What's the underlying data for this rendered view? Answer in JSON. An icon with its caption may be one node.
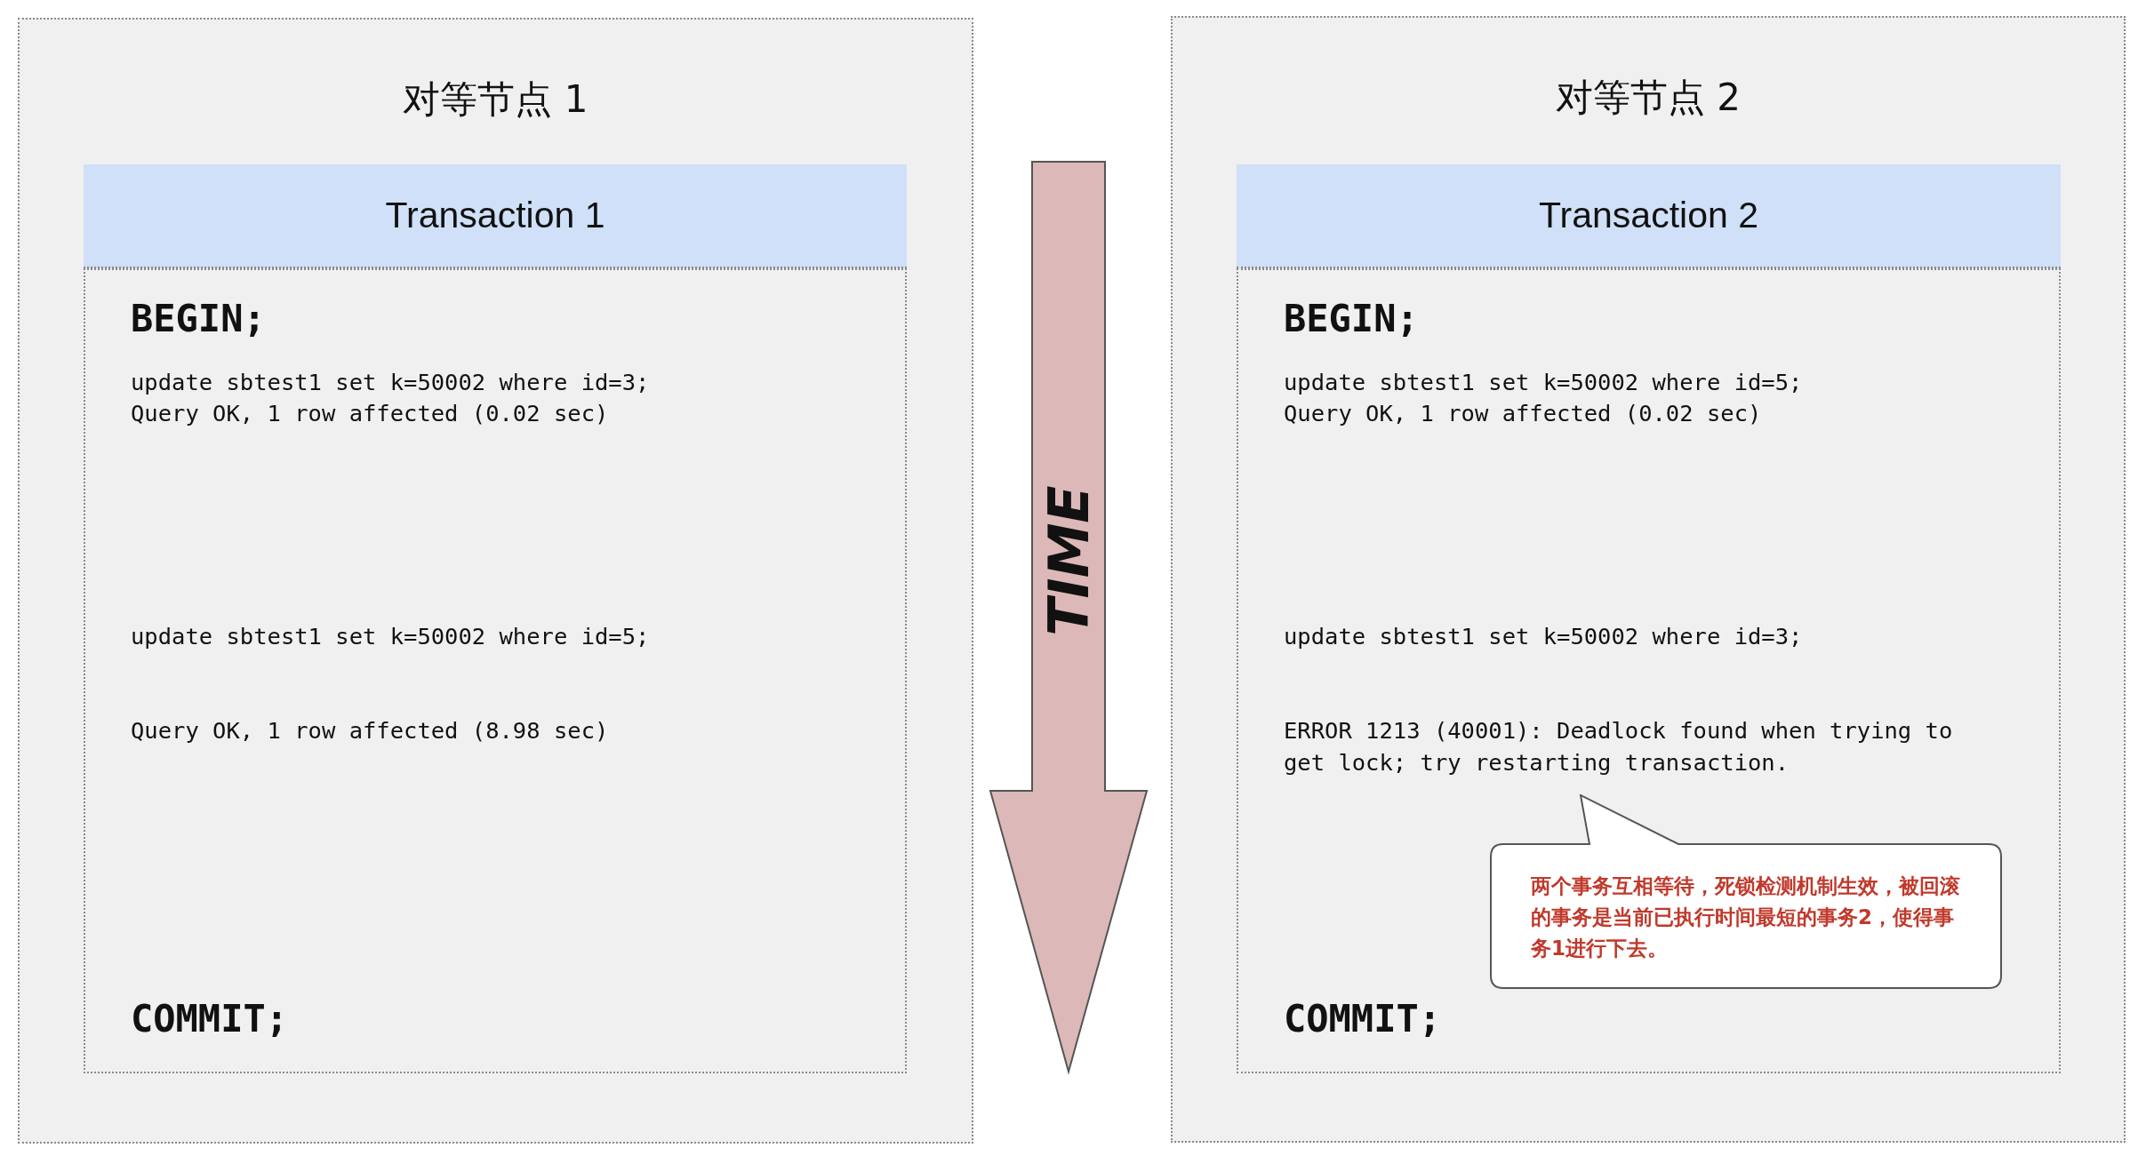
{
  "diagram": {
    "nodes": [
      {
        "text": [
          "对等节点 1"
        ]
      },
      {
        "text": [
          "Transaction 1"
        ],
        "in": 0
      },
      {
        "text": [
          "BEGIN;",
          "update sbtest1 set k=50002 where id=3;",
          "Query OK, 1 row affected (0.02 sec)",
          "update sbtest1 set k=50002 where id=5;",
          "Query OK, 1 row affected (8.98 sec)",
          "COMMIT;"
        ],
        "in": 0
      },
      {
        "text": [
          "对等节点 2"
        ]
      },
      {
        "text": [
          "Transaction 2"
        ],
        "in": 3
      },
      {
        "text": [
          "BEGIN;",
          "update sbtest1 set k=50002 where id=5;",
          "Query OK, 1 row affected (0.02 sec)",
          "update sbtest1 set k=50002 where id=3;",
          "ERROR 1213 (40001): Deadlock found when trying to get lock; try restarting transaction.",
          "COMMIT;"
        ],
        "in": 3
      },
      {
        "text": [
          "两个事务互相等待，死锁检测机制生效，被回滚的事务是当前已执行时间最短的事务2，使得事务1进行下去。"
        ],
        "in": 5
      }
    ],
    "edges": [],
    "labels": [
      "TIME"
    ]
  }
}
